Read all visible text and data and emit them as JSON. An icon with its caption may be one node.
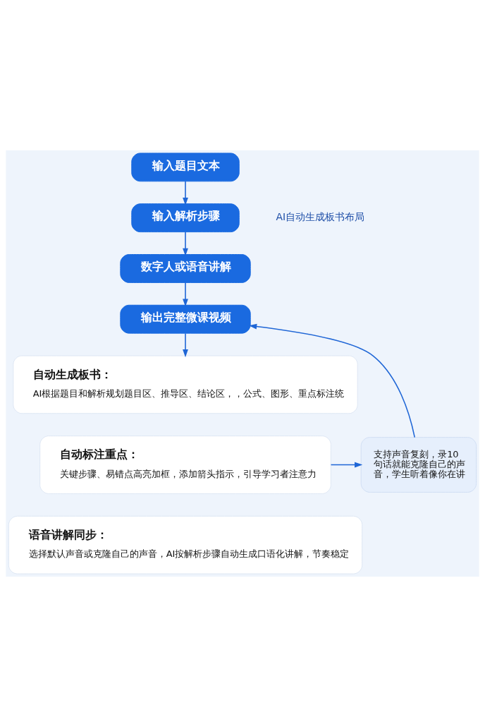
{
  "diagram": {
    "nodes": [
      {
        "text": [
          "输入题目文本"
        ]
      },
      {
        "text": [
          "输入解析步骤"
        ]
      },
      {
        "text": [
          "数字人或语音讲解"
        ]
      },
      {
        "text": [
          "输出完整微课视频"
        ]
      },
      {
        "text": [
          "自动生成板书：",
          "AI根据题目和解析规划题目区、推导区、结论区，，公式、图形、重点标注统"
        ]
      },
      {
        "text": [
          "自动标注重点：",
          "关键步骤、易错点高亮加框，添加箭头指示，引导学习者注意力"
        ]
      },
      {
        "text": [
          "语音讲解同步：",
          "选择默认声音或克隆自己的声音，AI按解析步骤自动生成口语化讲解，节奏稳定"
        ]
      },
      {
        "text": [
          "支持声音复刻，录10句话就能克隆自己的声音，学生听着像你在讲"
        ]
      }
    ],
    "edges": [
      {
        "from": 0,
        "to": 1,
        "arrow": "to"
      },
      {
        "from": 1,
        "to": 2,
        "arrow": "to"
      },
      {
        "from": 2,
        "to": 3,
        "arrow": "to"
      },
      {
        "from": 3,
        "to": 4,
        "arrow": "to"
      },
      {
        "from": 5,
        "to": 7,
        "arrow": "to"
      },
      {
        "from": 7,
        "to": 3,
        "arrow": "to"
      }
    ],
    "labels": [
      "AI自动生成板书布局"
    ]
  }
}
